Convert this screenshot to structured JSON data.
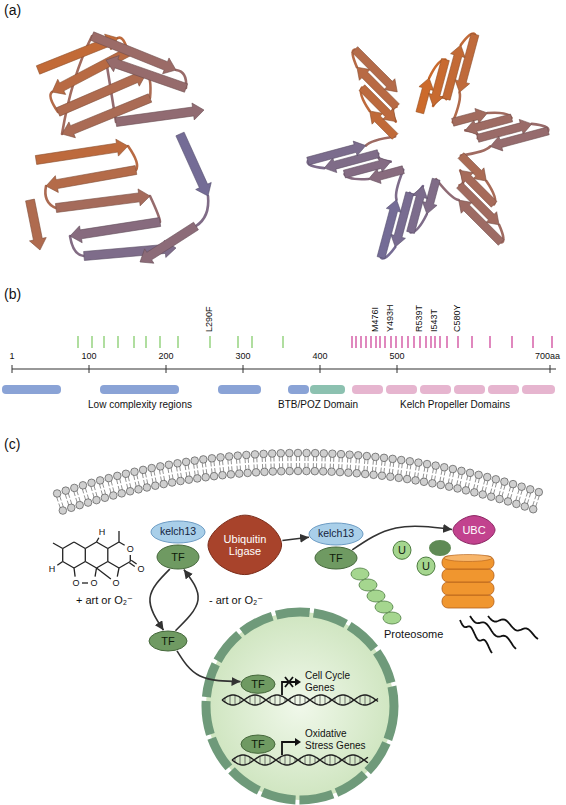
{
  "diagram": {
    "nodes": [
      {
        "text": [
          "kelch13"
        ]
      },
      {
        "text": [
          "Ubiquitin Ligase"
        ]
      },
      {
        "text": [
          "TF"
        ]
      },
      {
        "text": [
          "kelch13"
        ]
      },
      {
        "text": [
          "TF"
        ]
      },
      {
        "text": [
          "U"
        ]
      },
      {
        "text": [
          "U"
        ]
      },
      {
        "text": [
          "UBC"
        ]
      },
      {
        "text": [
          "TF"
        ]
      },
      {
        "text": [
          "TF"
        ]
      },
      {
        "text": [
          "TF"
        ]
      }
    ],
    "edges": [
      {
        "from": 1,
        "to": 3,
        "arrow": "to"
      },
      {
        "from": 4,
        "to": 7,
        "arrow": "to"
      },
      {
        "from": 2,
        "to": 8,
        "label": "+ art or O₂⁻",
        "arrow": "to"
      },
      {
        "from": 8,
        "to": 2,
        "label": "- art or O₂⁻",
        "arrow": "to"
      },
      {
        "from": 8,
        "to": 9,
        "arrow": "to"
      }
    ],
    "labels": [
      "(a)",
      "(b)",
      "L290F",
      "M476I",
      "Y493H",
      "R539T",
      "I543T",
      "C580Y",
      "1",
      "100",
      "200",
      "300",
      "400",
      "500",
      "700aa",
      "Low complexity regions",
      "BTB/POZ Domain",
      "Kelch Propeller Domains",
      "(c)",
      "O",
      "O",
      "O",
      "O",
      "O",
      "H",
      "H",
      "Proteosome",
      "Cell Cycle Genes",
      "Oxidative Stress Genes"
    ]
  }
}
